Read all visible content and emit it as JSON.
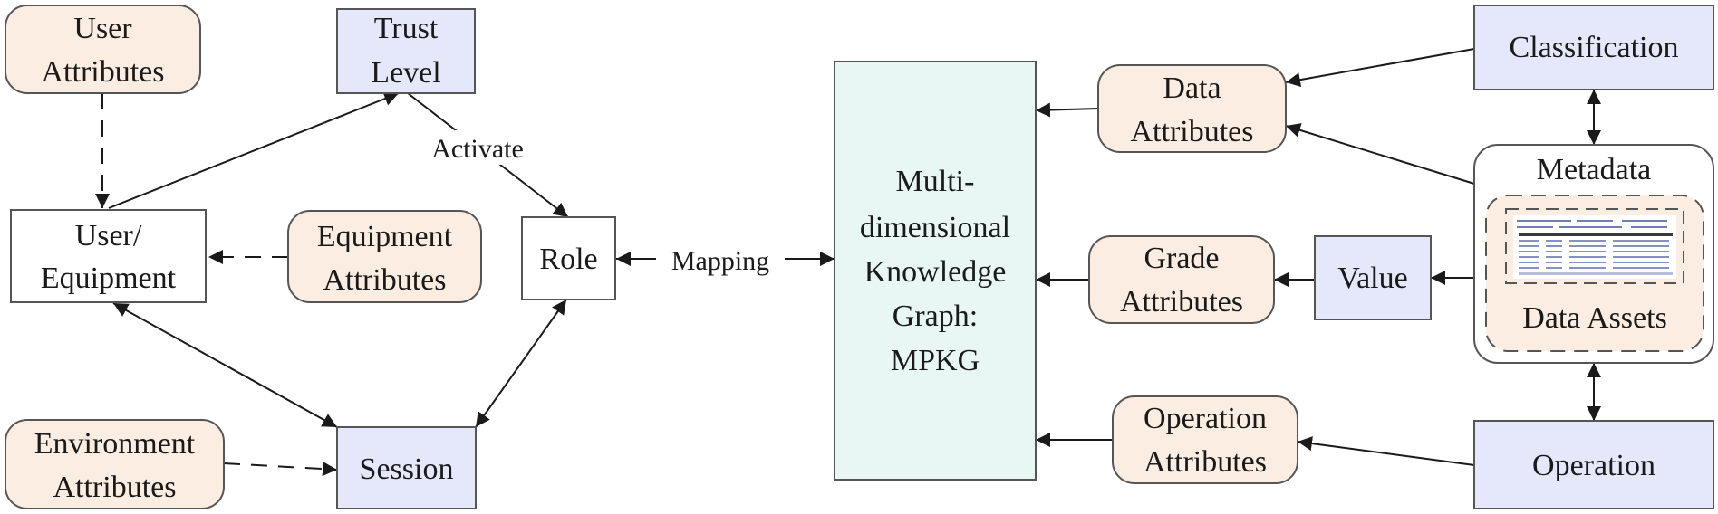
{
  "colors": {
    "attr_fill": "#fcede2",
    "entity_fill": "#e5e7fa",
    "graph_fill": "#e8f7f4",
    "plain_fill": "#ffffff",
    "stroke": "#555555"
  },
  "nodes": {
    "user_attributes": [
      "User",
      "Attributes"
    ],
    "trust_level": [
      "Trust",
      "Level"
    ],
    "user_equipment": [
      "User/",
      "Equipment"
    ],
    "equipment_attributes": [
      "Equipment",
      "Attributes"
    ],
    "role": [
      "Role"
    ],
    "environment_attributes": [
      "Environment",
      "Attributes"
    ],
    "session": [
      "Session"
    ],
    "mpkg": [
      "Multi-",
      "dimensional",
      "Knowledge",
      "Graph:",
      "MPKG"
    ],
    "data_attributes": [
      "Data",
      "Attributes"
    ],
    "grade_attributes": [
      "Grade",
      "Attributes"
    ],
    "operation_attributes": [
      "Operation",
      "Attributes"
    ],
    "classification": [
      "Classification"
    ],
    "metadata": [
      "Metadata"
    ],
    "data_assets": [
      "Data Assets"
    ],
    "value": [
      "Value"
    ],
    "operation": [
      "Operation"
    ]
  },
  "edge_labels": {
    "activate": "Activate",
    "mapping": "Mapping"
  }
}
